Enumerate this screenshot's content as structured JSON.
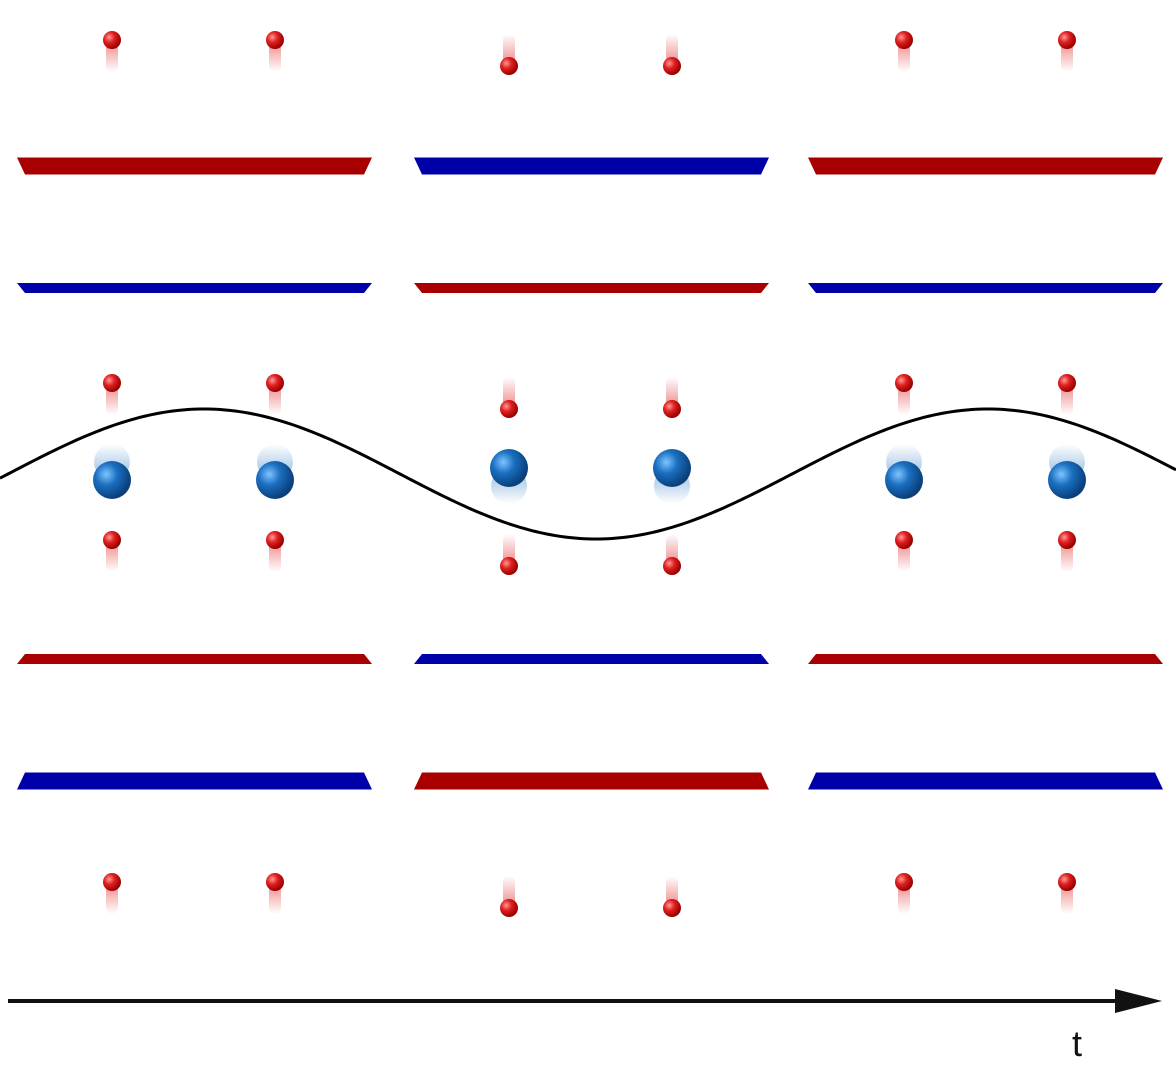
{
  "diagram": {
    "time_axis": {
      "label": "t",
      "color": "#111111"
    },
    "wave": {
      "color": "#000000"
    },
    "colors": {
      "red_plate": "#a80000",
      "blue_plate": "#0000a8",
      "red_ion": "#e02020",
      "blue_atom": "#1a6fc0"
    },
    "periods": [
      {
        "name": "period-1",
        "plate_pattern": [
          "red",
          "blue",
          "red",
          "blue"
        ],
        "ion_shift": "up",
        "atom_shift": "down"
      },
      {
        "name": "period-2",
        "plate_pattern": [
          "blue",
          "red",
          "blue",
          "red"
        ],
        "ion_shift": "down",
        "atom_shift": "up"
      },
      {
        "name": "period-3",
        "plate_pattern": [
          "red",
          "blue",
          "red",
          "blue"
        ],
        "ion_shift": "up",
        "atom_shift": "down"
      }
    ]
  }
}
